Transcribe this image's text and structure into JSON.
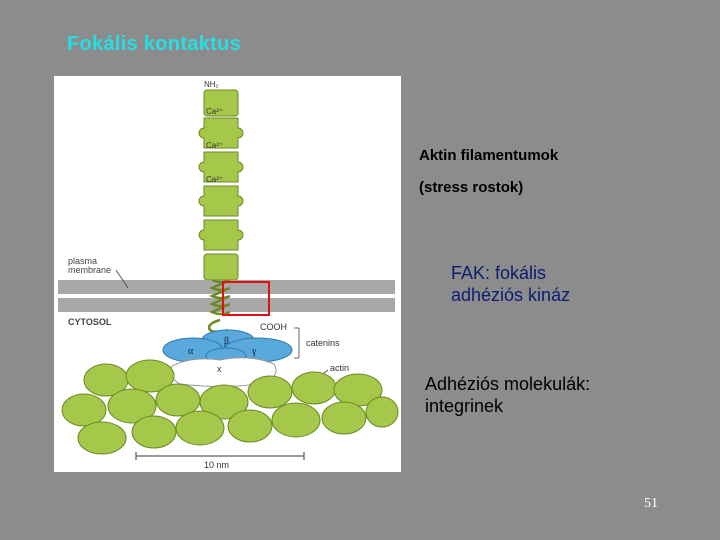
{
  "slide": {
    "title": "Fokális kontaktus",
    "page_number": "51"
  },
  "figure": {
    "labels": {
      "nh2": "NH₂",
      "ca1": "Ca²⁺",
      "ca2": "Ca²⁺",
      "ca3": "Ca²⁺",
      "plasma_membrane_1": "plasma",
      "plasma_membrane_2": "membrane",
      "cytosol": "CYTOSOL",
      "cooh": "COOH",
      "catenins": "catenins",
      "actin": "actin",
      "beta": "β",
      "alpha": "α",
      "gamma": "γ",
      "x": "x",
      "scale": "10 nm"
    }
  },
  "annotations": {
    "actin_filaments": "Aktin filamentumok",
    "stress_fibers": "(stress rostok)",
    "fak": "FAK: fokális adhéziós kináz",
    "adhesion_molecules": "Adhéziós molekulák: integrinek"
  },
  "colors": {
    "title": "#22e0e6",
    "background": "#8c8c8c",
    "protein_green": "#a6c84a",
    "catenin_blue": "#5aa9dc",
    "highlight_red": "#e01010",
    "fak_text": "#0b1d70"
  }
}
